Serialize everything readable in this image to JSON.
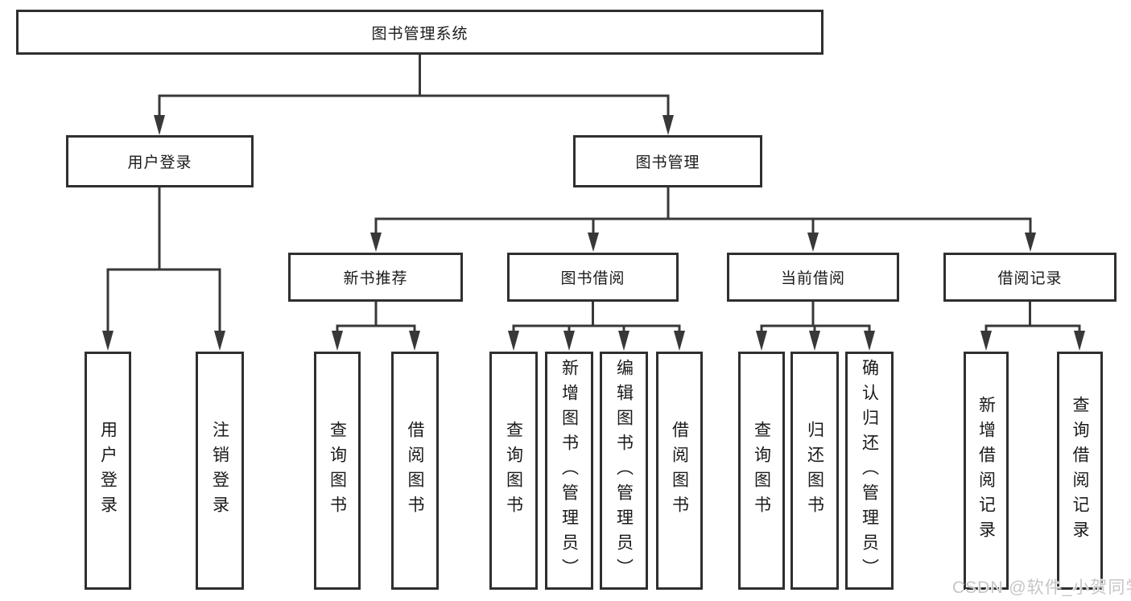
{
  "diagram": {
    "title_node": {
      "label": "图书管理系统"
    },
    "level1": [
      {
        "label": "用户登录"
      },
      {
        "label": "图书管理"
      }
    ],
    "level2": [
      {
        "label": "新书推荐",
        "parent": "图书管理"
      },
      {
        "label": "图书借阅",
        "parent": "图书管理"
      },
      {
        "label": "当前借阅",
        "parent": "图书管理"
      },
      {
        "label": "借阅记录",
        "parent": "图书管理"
      }
    ],
    "leaves": [
      {
        "label": "用户登录",
        "parent": "用户登录"
      },
      {
        "label": "注销登录",
        "parent": "用户登录"
      },
      {
        "label": "查询图书",
        "parent": "新书推荐"
      },
      {
        "label": "借阅图书",
        "parent": "新书推荐"
      },
      {
        "label": "查询图书",
        "parent": "图书借阅"
      },
      {
        "label": "新增图书（管理员）",
        "parent": "图书借阅"
      },
      {
        "label": "编辑图书（管理员）",
        "parent": "图书借阅"
      },
      {
        "label": "借阅图书",
        "parent": "图书借阅"
      },
      {
        "label": "查询图书",
        "parent": "当前借阅"
      },
      {
        "label": "归还图书",
        "parent": "当前借阅"
      },
      {
        "label": "确认归还（管理员）",
        "parent": "当前借阅"
      },
      {
        "label": "新增借阅记录",
        "parent": "借阅记录"
      },
      {
        "label": "查询借阅记录",
        "parent": "借阅记录"
      }
    ],
    "colors": {
      "line": "#383838",
      "box_border": "#2f2f2f",
      "box_fill": "#ffffff",
      "text": "#1a1a1a"
    }
  },
  "watermark": {
    "text": "CSDN @软件_小贺同学"
  }
}
